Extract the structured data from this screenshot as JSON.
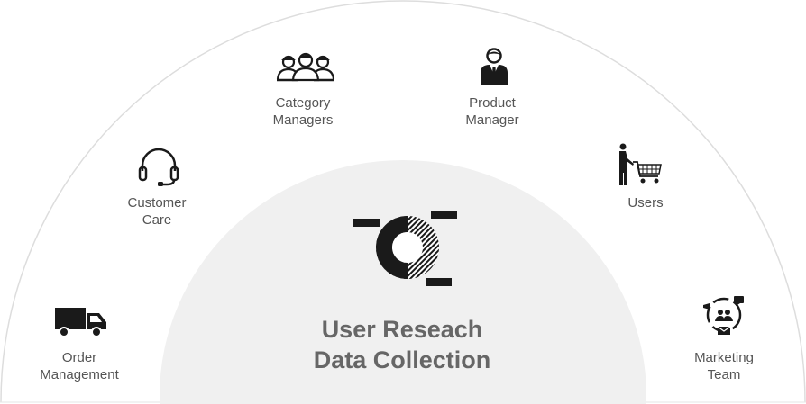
{
  "diagram": {
    "center": {
      "line1": "User Reseach",
      "line2": "Data Collection"
    },
    "stakeholders": [
      {
        "line1": "Order",
        "line2": "Management",
        "icon": "truck-icon"
      },
      {
        "line1": "Customer",
        "line2": "Care",
        "icon": "headset-icon"
      },
      {
        "line1": "Category",
        "line2": "Managers",
        "icon": "group-icon"
      },
      {
        "line1": "Product",
        "line2": "Manager",
        "icon": "manager-icon"
      },
      {
        "line1": "Users",
        "line2": "",
        "icon": "shopping-cart-user-icon"
      },
      {
        "line1": "Marketing",
        "line2": "Team",
        "icon": "team-network-icon"
      }
    ],
    "colors": {
      "outer_arc": "#dddddd",
      "inner_fill": "#f0f0f0",
      "icon": "#1a1a1a",
      "label": "#555555",
      "title": "#666666"
    }
  }
}
